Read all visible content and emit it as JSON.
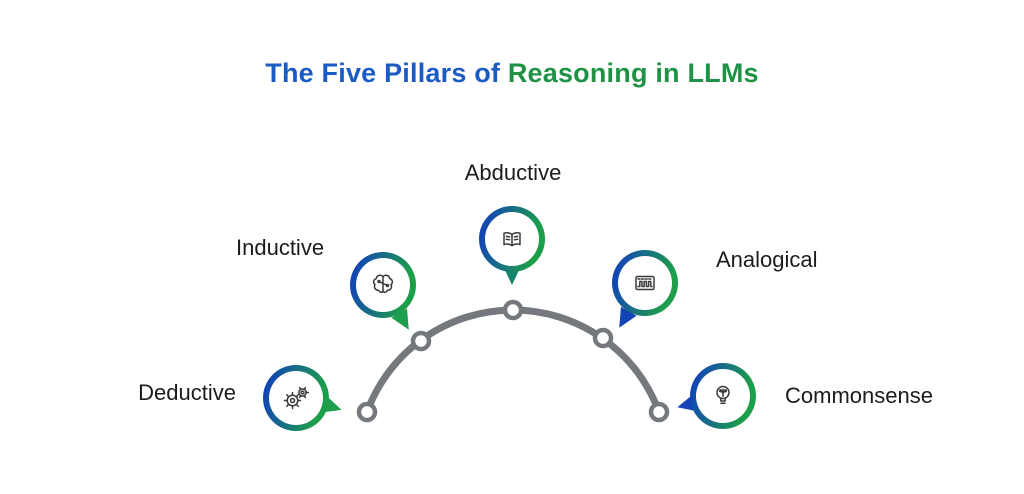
{
  "title": {
    "text_blue": "The Five Pillars of ",
    "text_green": "Reasoning in LLMs"
  },
  "pillars": [
    {
      "label": "Deductive",
      "icon": "gears-icon"
    },
    {
      "label": "Inductive",
      "icon": "brain-circuit-icon"
    },
    {
      "label": "Abductive",
      "icon": "open-book-icon"
    },
    {
      "label": "Analogical",
      "icon": "square-wave-icon"
    },
    {
      "label": "Commonsense",
      "icon": "lightbulb-icon"
    }
  ],
  "colors": {
    "title_blue": "#1b5bc4",
    "title_green": "#1f9245",
    "ring_blue": "#1244b5",
    "ring_green": "#1d9e4b",
    "tail_teal": "#15856e",
    "arc_gray": "#75797e",
    "background": "#ffffff"
  }
}
